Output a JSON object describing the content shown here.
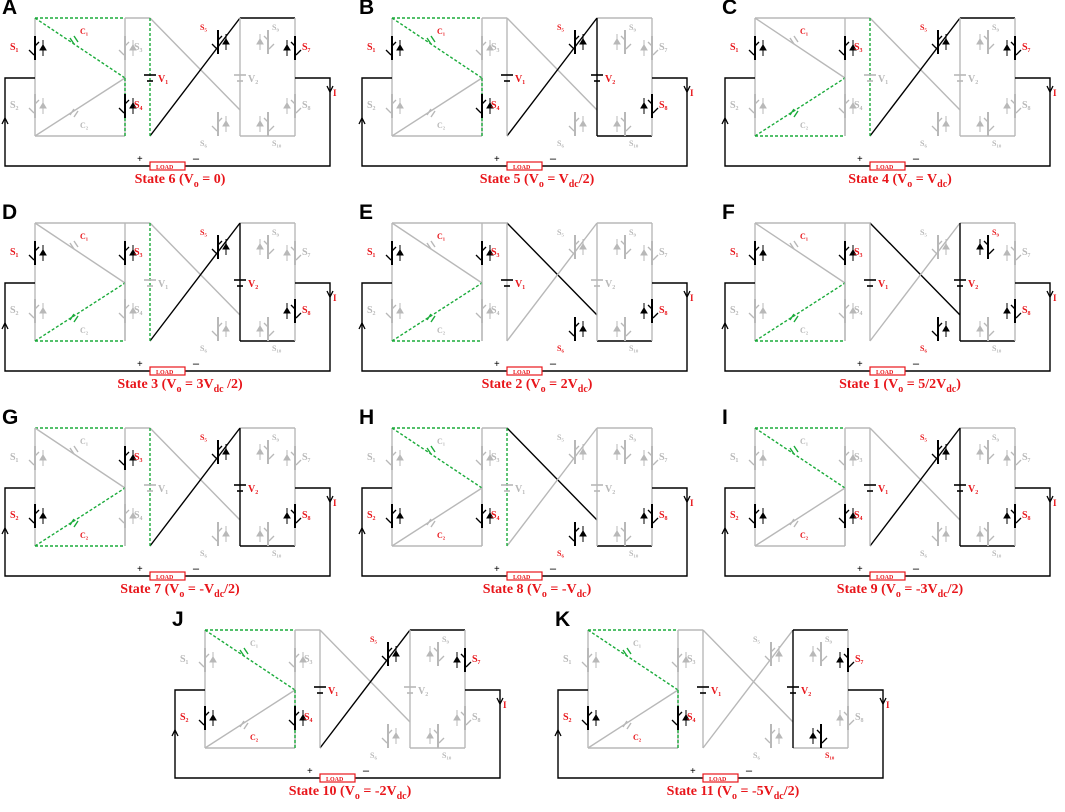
{
  "colors": {
    "active": "#000000",
    "inactive": "#b8b8b8",
    "green": "#1aab3a",
    "red": "#e8161b"
  },
  "common": {
    "load_label": "LOAD",
    "plus": "+",
    "minus": "–",
    "current": "I"
  },
  "panels": [
    {
      "letter": "A",
      "caption": [
        "State 6 (V",
        "o",
        " = 0)"
      ],
      "labels": {
        "s1": "S₁",
        "c1": "C₁",
        "s4": "S₄",
        "v1": "V₁",
        "s5": "S₅",
        "s7": "S₇",
        "s2": "S₂",
        "c2": "C₂",
        "s6": "S₆",
        "s10": "S₁₀",
        "s9": "S₉",
        "v2": "V₂",
        "s8": "S₈",
        "s3": "S₃"
      }
    },
    {
      "letter": "B",
      "caption": [
        "State 5 (V",
        "o",
        " = V",
        "dc",
        "/2)"
      ]
    },
    {
      "letter": "C",
      "caption": [
        "State 4 (V",
        "o",
        " = V",
        "dc",
        ")"
      ]
    },
    {
      "letter": "D",
      "caption": [
        "State 3 (V",
        "o",
        " = 3V",
        "dc",
        " /2)"
      ]
    },
    {
      "letter": "E",
      "caption": [
        "State 2 (V",
        "o",
        " = 2V",
        "dc",
        ")"
      ]
    },
    {
      "letter": "F",
      "caption": [
        "State 1 (V",
        "o",
        " = 5/2V",
        "dc",
        ")"
      ]
    },
    {
      "letter": "G",
      "caption": [
        "State 7 (V",
        "o",
        " =  -V",
        "dc",
        "/2)"
      ]
    },
    {
      "letter": "H",
      "caption": [
        "State 8 (V",
        "o",
        " = -V",
        "dc",
        ")"
      ]
    },
    {
      "letter": "I",
      "caption": [
        "State 9 (V",
        "o",
        " = -3V",
        "dc",
        "/2)"
      ]
    },
    {
      "letter": "J",
      "caption": [
        "State  10 (V",
        "o",
        " = -2V",
        "dc",
        ")"
      ]
    },
    {
      "letter": "K",
      "caption": [
        "State 11 (V",
        "o",
        " = -5V",
        "dc",
        "/2)"
      ]
    }
  ],
  "labels": {
    "s1": "S₁",
    "s2": "S₂",
    "s3": "S₃",
    "s4": "S₄",
    "s5": "S₅",
    "s6": "S₆",
    "s7": "S₇",
    "s8": "S₈",
    "s9": "S₉",
    "s10": "S₁₀",
    "c1": "C₁",
    "c2": "C₂",
    "v1": "V₁",
    "v2": "V₂"
  }
}
